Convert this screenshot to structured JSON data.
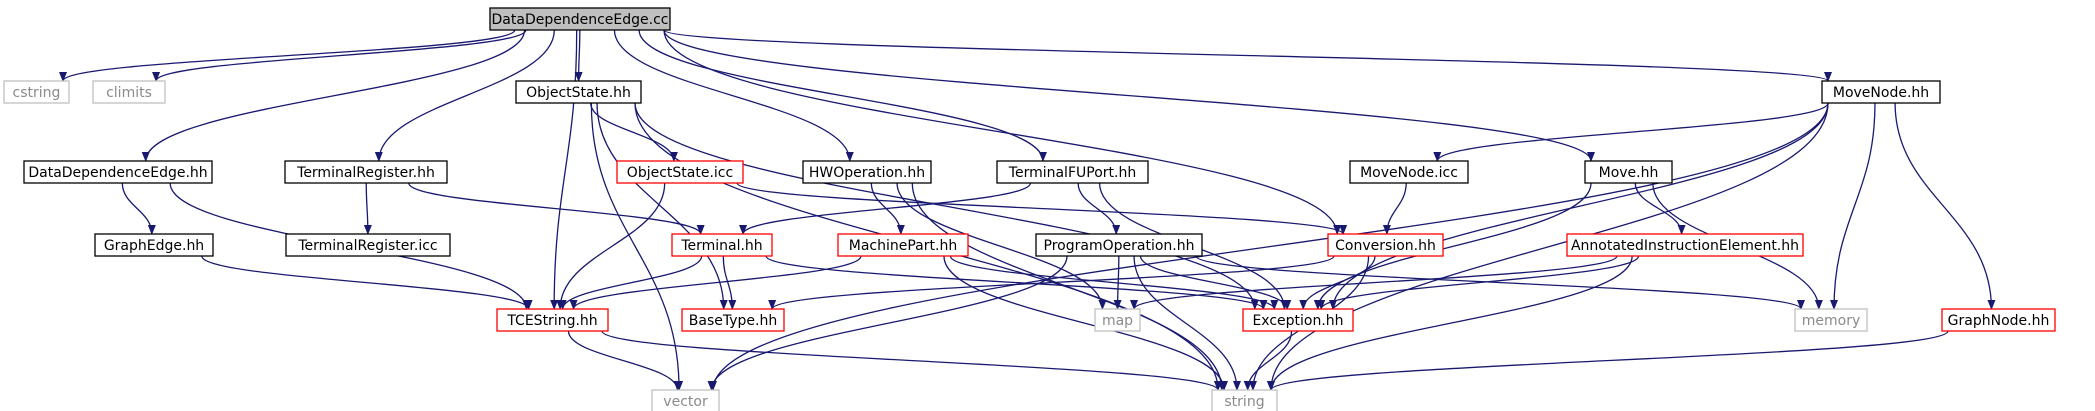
{
  "colors": {
    "edge": "#191970",
    "border_normal": "#000000",
    "border_truncated": "#ff0000",
    "border_external": "#bfbfbf",
    "text_normal": "#000000",
    "text_external": "#8a8a8a",
    "root_fill": "#bfbfbf"
  },
  "nodes": [
    {
      "id": "root",
      "label": "DataDependenceEdge.cc",
      "kind": "root"
    },
    {
      "id": "cstring",
      "label": "cstring",
      "kind": "external"
    },
    {
      "id": "climits",
      "label": "climits",
      "kind": "external"
    },
    {
      "id": "ddeh",
      "label": "DataDependenceEdge.hh",
      "kind": "normal"
    },
    {
      "id": "osh",
      "label": "ObjectState.hh",
      "kind": "normal"
    },
    {
      "id": "tregh",
      "label": "TerminalRegister.hh",
      "kind": "normal"
    },
    {
      "id": "osicc",
      "label": "ObjectState.icc",
      "kind": "truncated"
    },
    {
      "id": "hwop",
      "label": "HWOperation.hh",
      "kind": "normal"
    },
    {
      "id": "tfup",
      "label": "TerminalFUPort.hh",
      "kind": "normal"
    },
    {
      "id": "mnh",
      "label": "MoveNode.hh",
      "kind": "normal"
    },
    {
      "id": "mnicc",
      "label": "MoveNode.icc",
      "kind": "normal"
    },
    {
      "id": "moveh",
      "label": "Move.hh",
      "kind": "normal"
    },
    {
      "id": "geh",
      "label": "GraphEdge.hh",
      "kind": "normal"
    },
    {
      "id": "tregicc",
      "label": "TerminalRegister.icc",
      "kind": "normal"
    },
    {
      "id": "termh",
      "label": "Terminal.hh",
      "kind": "truncated"
    },
    {
      "id": "mph",
      "label": "MachinePart.hh",
      "kind": "truncated"
    },
    {
      "id": "poh",
      "label": "ProgramOperation.hh",
      "kind": "normal"
    },
    {
      "id": "convh",
      "label": "Conversion.hh",
      "kind": "truncated"
    },
    {
      "id": "aieh",
      "label": "AnnotatedInstructionElement.hh",
      "kind": "truncated"
    },
    {
      "id": "tces",
      "label": "TCEString.hh",
      "kind": "truncated"
    },
    {
      "id": "btype",
      "label": "BaseType.hh",
      "kind": "truncated"
    },
    {
      "id": "map",
      "label": "map",
      "kind": "external"
    },
    {
      "id": "exch",
      "label": "Exception.hh",
      "kind": "truncated"
    },
    {
      "id": "memory",
      "label": "memory",
      "kind": "external"
    },
    {
      "id": "gnh",
      "label": "GraphNode.hh",
      "kind": "truncated"
    },
    {
      "id": "vector",
      "label": "vector",
      "kind": "external"
    },
    {
      "id": "string",
      "label": "string",
      "kind": "external"
    }
  ],
  "edges": [
    [
      "root",
      "cstring"
    ],
    [
      "root",
      "climits"
    ],
    [
      "root",
      "ddeh"
    ],
    [
      "root",
      "osh"
    ],
    [
      "root",
      "tregh"
    ],
    [
      "root",
      "tces"
    ],
    [
      "root",
      "hwop"
    ],
    [
      "root",
      "tfup"
    ],
    [
      "root",
      "mnh"
    ],
    [
      "root",
      "moveh"
    ],
    [
      "root",
      "convh"
    ],
    [
      "ddeh",
      "geh"
    ],
    [
      "ddeh",
      "tces"
    ],
    [
      "geh",
      "tces"
    ],
    [
      "tregh",
      "tregicc"
    ],
    [
      "tregh",
      "termh"
    ],
    [
      "osh",
      "osicc"
    ],
    [
      "osh",
      "vector"
    ],
    [
      "osh",
      "btype"
    ],
    [
      "osh",
      "string"
    ],
    [
      "osh",
      "exch"
    ],
    [
      "osicc",
      "tces"
    ],
    [
      "osicc",
      "convh"
    ],
    [
      "hwop",
      "mph"
    ],
    [
      "hwop",
      "map"
    ],
    [
      "hwop",
      "string"
    ],
    [
      "tfup",
      "termh"
    ],
    [
      "tfup",
      "poh"
    ],
    [
      "tfup",
      "exch"
    ],
    [
      "termh",
      "tces"
    ],
    [
      "termh",
      "btype"
    ],
    [
      "termh",
      "exch"
    ],
    [
      "mph",
      "tces"
    ],
    [
      "mph",
      "exch"
    ],
    [
      "mph",
      "string"
    ],
    [
      "poh",
      "map"
    ],
    [
      "poh",
      "exch"
    ],
    [
      "poh",
      "string"
    ],
    [
      "poh",
      "vector"
    ],
    [
      "poh",
      "memory"
    ],
    [
      "convh",
      "btype"
    ],
    [
      "convh",
      "exch"
    ],
    [
      "convh",
      "string"
    ],
    [
      "mnh",
      "mnicc"
    ],
    [
      "mnh",
      "memory"
    ],
    [
      "mnh",
      "gnh"
    ],
    [
      "mnh",
      "exch"
    ],
    [
      "mnh",
      "vector"
    ],
    [
      "mnh",
      "string"
    ],
    [
      "mnicc",
      "convh"
    ],
    [
      "moveh",
      "aieh"
    ],
    [
      "moveh",
      "exch"
    ],
    [
      "moveh",
      "memory"
    ],
    [
      "aieh",
      "map"
    ],
    [
      "aieh",
      "exch"
    ],
    [
      "aieh",
      "string"
    ],
    [
      "tces",
      "vector"
    ],
    [
      "tces",
      "string"
    ],
    [
      "exch",
      "string"
    ],
    [
      "gnh",
      "string"
    ]
  ]
}
